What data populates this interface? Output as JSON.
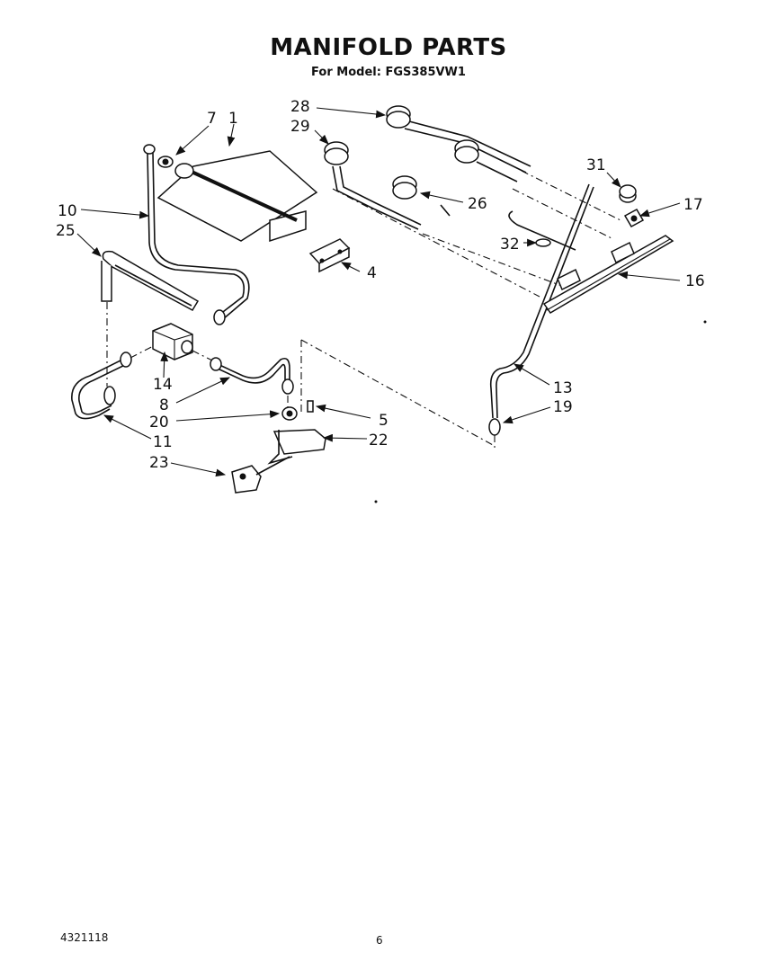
{
  "header": {
    "title": "MANIFOLD PARTS",
    "subtitle": "For Model: FGS385VW1"
  },
  "callouts": [
    {
      "id": "c1",
      "label": "1"
    },
    {
      "id": "c4",
      "label": "4"
    },
    {
      "id": "c5",
      "label": "5"
    },
    {
      "id": "c7",
      "label": "7"
    },
    {
      "id": "c8",
      "label": "8"
    },
    {
      "id": "c10",
      "label": "10"
    },
    {
      "id": "c11",
      "label": "11"
    },
    {
      "id": "c13",
      "label": "13"
    },
    {
      "id": "c14",
      "label": "14"
    },
    {
      "id": "c16",
      "label": "16"
    },
    {
      "id": "c17",
      "label": "17"
    },
    {
      "id": "c19",
      "label": "19"
    },
    {
      "id": "c20",
      "label": "20"
    },
    {
      "id": "c22",
      "label": "22"
    },
    {
      "id": "c23",
      "label": "23"
    },
    {
      "id": "c25",
      "label": "25"
    },
    {
      "id": "c26",
      "label": "26"
    },
    {
      "id": "c28",
      "label": "28"
    },
    {
      "id": "c29",
      "label": "29"
    },
    {
      "id": "c31",
      "label": "31"
    },
    {
      "id": "c32",
      "label": "32"
    }
  ],
  "footer": {
    "doc_number": "4321118",
    "page_number": "6"
  }
}
